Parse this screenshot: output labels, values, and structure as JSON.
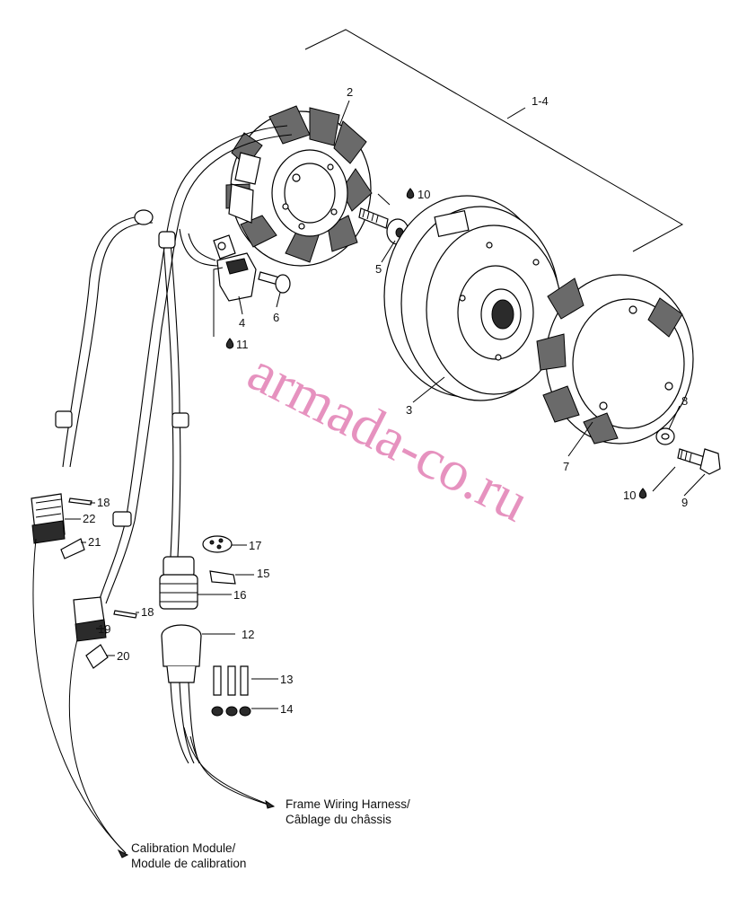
{
  "labels": {
    "assembly": "1-4",
    "p2": "2",
    "p3": "3",
    "p4": "4",
    "p5": "5",
    "p6": "6",
    "p7": "7",
    "p8": "8",
    "p9": "9",
    "p10a": "10",
    "p10b": "10",
    "p11": "11",
    "p12": "12",
    "p13": "13",
    "p14": "14",
    "p15": "15",
    "p16": "16",
    "p17": "17",
    "p18a": "18",
    "p18b": "18",
    "p19": "19",
    "p20": "20",
    "p21": "21",
    "p22": "22"
  },
  "notes": {
    "frame_line1": "Frame Wiring Harness/",
    "frame_line2": "Câblage du châssis",
    "calib_line1": "Calibration Module/",
    "calib_line2": "Module de calibration"
  },
  "watermark": "armada-co.ru",
  "colors": {
    "watermark": "#e27fb4",
    "ink": "#000000"
  }
}
